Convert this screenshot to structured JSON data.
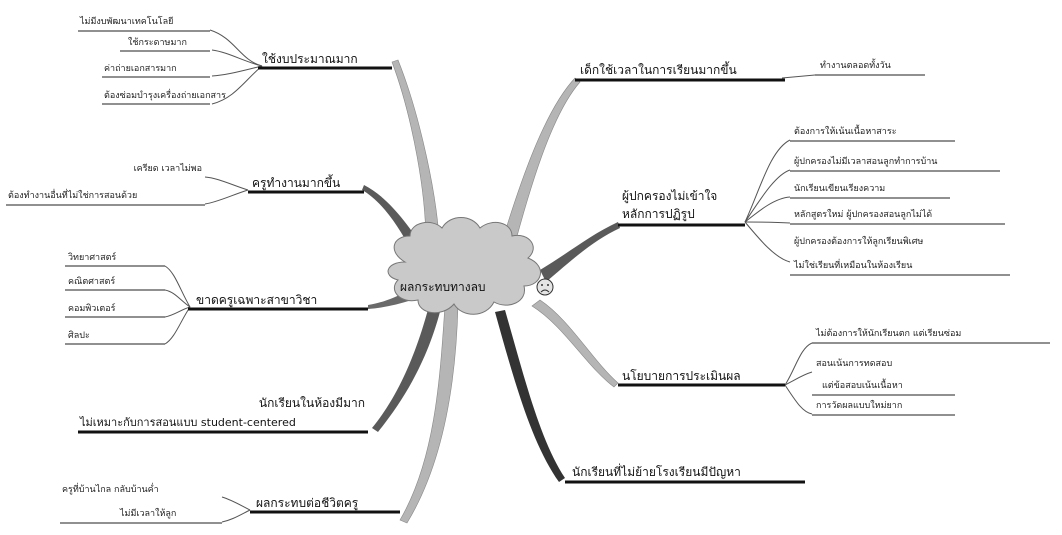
{
  "center": {
    "label": "ผลกระทบทางลบ",
    "face_icon": "sad-face-icon"
  },
  "left": [
    {
      "label": "ใช้งบประมาณมาก",
      "children": [
        "ไม่มีงบพัฒนาเทคโนโลยี",
        "ใช้กระดาษมาก",
        "ค่าถ่ายเอกสารมาก",
        "ต้องซ่อมบำรุงเครื่องถ่ายเอกสาร"
      ]
    },
    {
      "label": "ครูทำงานมากขึ้น",
      "children": [
        "เครียด เวลาไม่พอ",
        "ต้องทำงานอื่นที่ไม่ใช่การสอนด้วย"
      ]
    },
    {
      "label": "ขาดครูเฉพาะสาขาวิชา",
      "children": [
        "วิทยาศาสตร์",
        "คณิตศาสตร์",
        "คอมพิวเตอร์",
        "ศิลปะ"
      ]
    },
    {
      "label_lines": [
        "นักเรียนในห้องมีมาก",
        "ไม่เหมาะกับการสอนแบบ student-centered"
      ]
    },
    {
      "label": "ผลกระทบต่อชีวิตครู",
      "children": [
        "ครูที่บ้านไกล กลับบ้านค่ำ",
        "ไม่มีเวลาให้ลูก"
      ]
    }
  ],
  "right": [
    {
      "label": "เด็กใช้เวลาในการเรียนมากขึ้น",
      "children": [
        "ทำงานตลอดทั้งวัน"
      ]
    },
    {
      "label_lines": [
        "ผู้ปกครองไม่เข้าใจ",
        "หลักการปฏิรูป"
      ],
      "children": [
        "ต้องการให้เน้นเนื้อหาสาระ",
        "ผู้ปกครองไม่มีเวลาสอนลูกทำการบ้าน",
        "นักเรียนเขียนเรียงความ",
        "หลักสูตรใหม่ ผู้ปกครองสอนลูกไม่ได้",
        "ผู้ปกครองต้องการให้ลูกเรียนพิเศษ",
        "ไม่ใช่เรียนที่เหมือนในห้องเรียน"
      ]
    },
    {
      "label": "นโยบายการประเมินผล",
      "children": [
        "ไม่ต้องการให้นักเรียนตก แต่เรียนซ่อม",
        "สอนเน้นการทดสอบ",
        "แต่ข้อสอบเน้นเนื้อหา",
        "การวัดผลแบบใหม่ยาก"
      ]
    },
    {
      "label": "นักเรียนที่ไม่ย้ายโรงเรียนมีปัญหา"
    }
  ],
  "colors": {
    "branch_left": "#b5b5b5",
    "branch_dark": "#555555",
    "cloud": "#c9c9c9",
    "underline": "#111111"
  }
}
